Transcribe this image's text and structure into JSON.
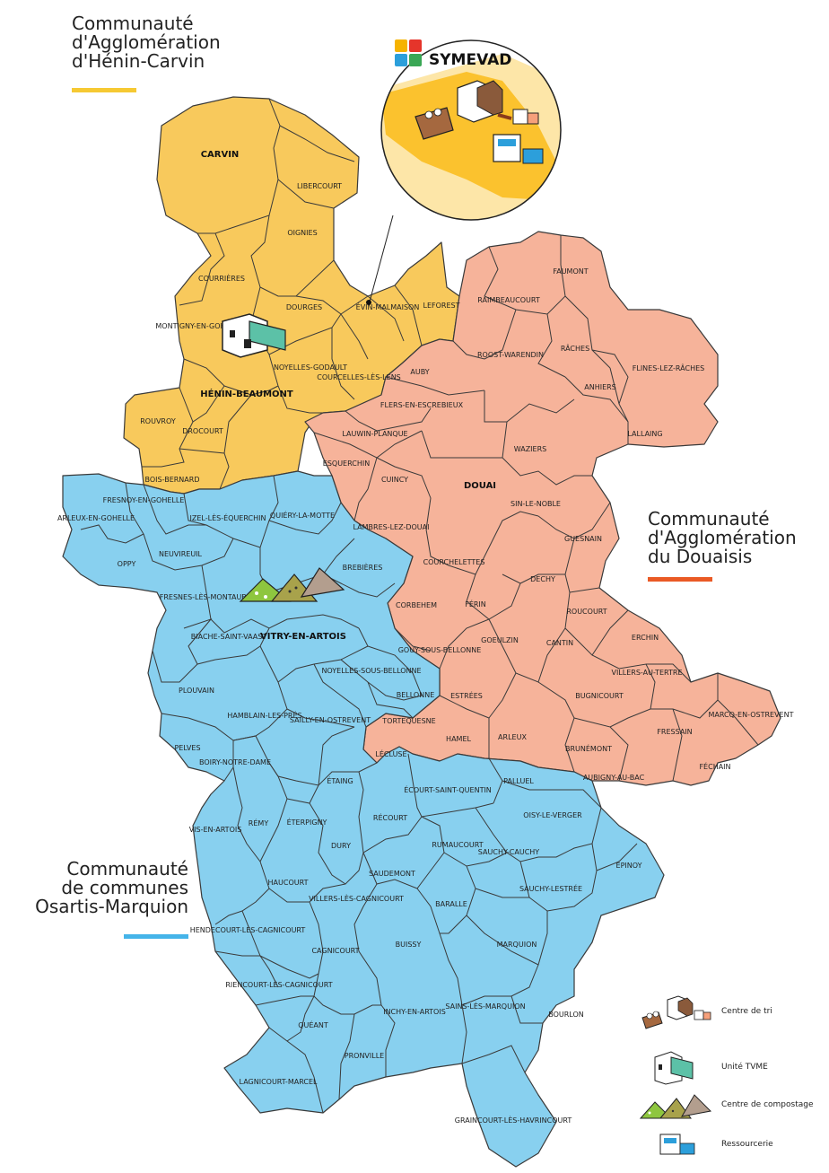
{
  "colors": {
    "henin": "#f8c95c",
    "douai": "#f6b39a",
    "osartis": "#88d0ef",
    "henin_bar": "#f6c933",
    "douai_bar": "#ea5a25",
    "osartis_bar": "#45b4e9",
    "inset_dark": "#fbc22e",
    "inset_light": "#fde6a8"
  },
  "regions": {
    "henin": {
      "title": "Communauté\nd'Agglomération\nd'Hénin-Carvin"
    },
    "douai": {
      "title": "Communauté\nd'Agglomération\ndu Douaisis"
    },
    "osartis": {
      "title": "Communauté\nde communes\nOsartis-Marquion"
    }
  },
  "inset": {
    "logo_text": "SYMEVAD"
  },
  "legend": {
    "sorting": "Centre de tri",
    "tvme": "Unité TVME",
    "compost": "Centre de compostage",
    "recycling": "Ressourcerie"
  },
  "communes": {
    "henin": [
      "CARVIN",
      "LIBERCOURT",
      "OIGNIES",
      "COURRIÈRES",
      "DOURGES",
      "ÉVIN-MALMAISON",
      "LEFOREST",
      "MONTIGNY-EN-GOHELLE",
      "HÉNIN-BEAUMONT",
      "NOYELLES-GODAULT",
      "COURCELLES-LÈS-LENS",
      "ROUVROY",
      "DROCOURT",
      "BOIS-BERNARD"
    ],
    "douai": [
      "FAUMONT",
      "RAIMBEAUCOURT",
      "ROOST-WARENDIN",
      "RÂCHES",
      "FLINES-LEZ-RÂCHES",
      "ANHIERS",
      "AUBY",
      "FLERS-EN-ESCREBIEUX",
      "LAUWIN-PLANQUE",
      "LALLAING",
      "ESQUERCHIN",
      "WAZIERS",
      "CUINCY",
      "DOUAI",
      "SIN-LE-NOBLE",
      "LAMBRES-LEZ-DOUAI",
      "GUESNAIN",
      "COURCHELETTES",
      "DECHY",
      "FÉRIN",
      "ROUCOURT",
      "GOEULZIN",
      "CANTIN",
      "ERCHIN",
      "VILLERS-AU-TERTRE",
      "ESTRÉES",
      "BUGNICOURT",
      "MARCQ-EN-OSTREVENT",
      "HAMEL",
      "ARLEUX",
      "FRESSAIN",
      "BRUNÉMONT",
      "LÉCLUSE",
      "AUBIGNY-AU-BAC",
      "FÉCHAIN"
    ],
    "osartis": [
      "ARLEUX-EN-GOHELLE",
      "FRESNOY-EN-GOHELLE",
      "IZEL-LÈS-ÉQUERCHIN",
      "QUIÉRY-LA-MOTTE",
      "OPPY",
      "NEUVIREUIL",
      "BREBIÈRES",
      "FRESNES-LÈS-MONTAUBAN",
      "CORBEHEM",
      "VITRY-EN-ARTOIS",
      "BIACHE-SAINT-VAAST",
      "GOUY-SOUS-BELLONNE",
      "NOYELLES-SOUS-BELLONNE",
      "PLOUVAIN",
      "BELLONNE",
      "HAMBLAIN-LES-PRÉS",
      "SAILLY-EN-OSTREVENT",
      "TORTEQUESNE",
      "PELVES",
      "BOIRY-NOTRE-DAME",
      "ÉTAING",
      "ÉCOURT-SAINT-QUENTIN",
      "PALLUEL",
      "OISY-LE-VERGER",
      "VIS-EN-ARTOIS",
      "RÉMY",
      "ÉTERPIGNY",
      "RÉCOURT",
      "DURY",
      "RUMAUCOURT",
      "SAUCHY-CAUCHY",
      "ÉPINOY",
      "SAUDEMONT",
      "HAUCOURT",
      "VILLERS-LÈS-CAGNICOURT",
      "BARALLE",
      "SAUCHY-LESTRÉE",
      "HENDECOURT-LÈS-CAGNICOURT",
      "MARQUION",
      "CAGNICOURT",
      "BUISSY",
      "RIENCOURT-LÈS-CAGNICOURT",
      "QUÉANT",
      "INCHY-EN-ARTOIS",
      "SAINS-LÈS-MARQUION",
      "BOURLON",
      "PRONVILLE",
      "LAGNICOURT-MARCEL",
      "GRAINCOURT-LÈS-HAVRINCOURT"
    ]
  }
}
